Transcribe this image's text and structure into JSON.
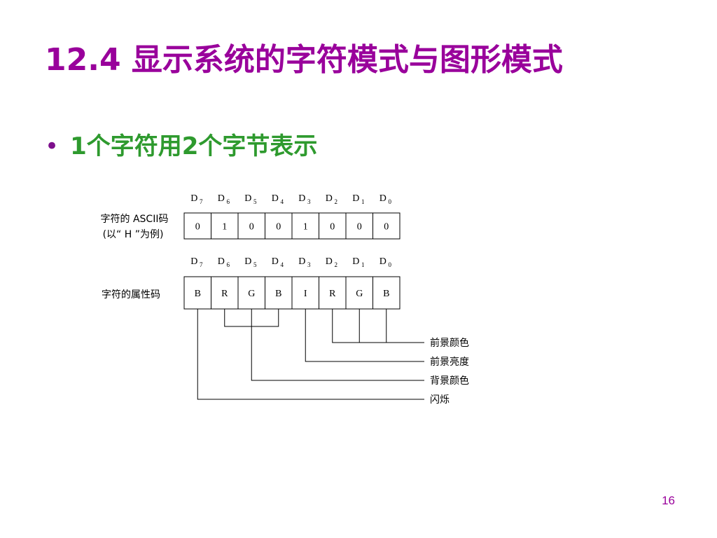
{
  "slide": {
    "title": "12.4 显示系统的字符模式与图形模式",
    "title_color": "#99009b",
    "bullet": {
      "symbol": "•",
      "prefix_num": "1",
      "mid_text": "个字符用",
      "num2": "2",
      "suffix_text": "个字节表示",
      "color": "#2e9a2e",
      "bullet_color": "#7d0f8c"
    },
    "page_number": "16",
    "page_number_color": "#99009b"
  },
  "diagram": {
    "bit_headers": [
      {
        "base": "D",
        "sub": "7"
      },
      {
        "base": "D",
        "sub": "6"
      },
      {
        "base": "D",
        "sub": "5"
      },
      {
        "base": "D",
        "sub": "4"
      },
      {
        "base": "D",
        "sub": "3"
      },
      {
        "base": "D",
        "sub": "2"
      },
      {
        "base": "D",
        "sub": "1"
      },
      {
        "base": "D",
        "sub": "0"
      }
    ],
    "ascii_row": {
      "label_line1": "字符的 ASCII码",
      "label_line2": "(以“ H ”为例)",
      "cells": [
        "0",
        "1",
        "0",
        "0",
        "1",
        "0",
        "0",
        "0"
      ]
    },
    "attr_row": {
      "label": "字符的属性码",
      "cells": [
        "B",
        "R",
        "G",
        "B",
        "I",
        "R",
        "G",
        "B"
      ]
    },
    "legend": [
      "前景颜色",
      "前景亮度",
      "背景颜色",
      "闪烁"
    ]
  }
}
